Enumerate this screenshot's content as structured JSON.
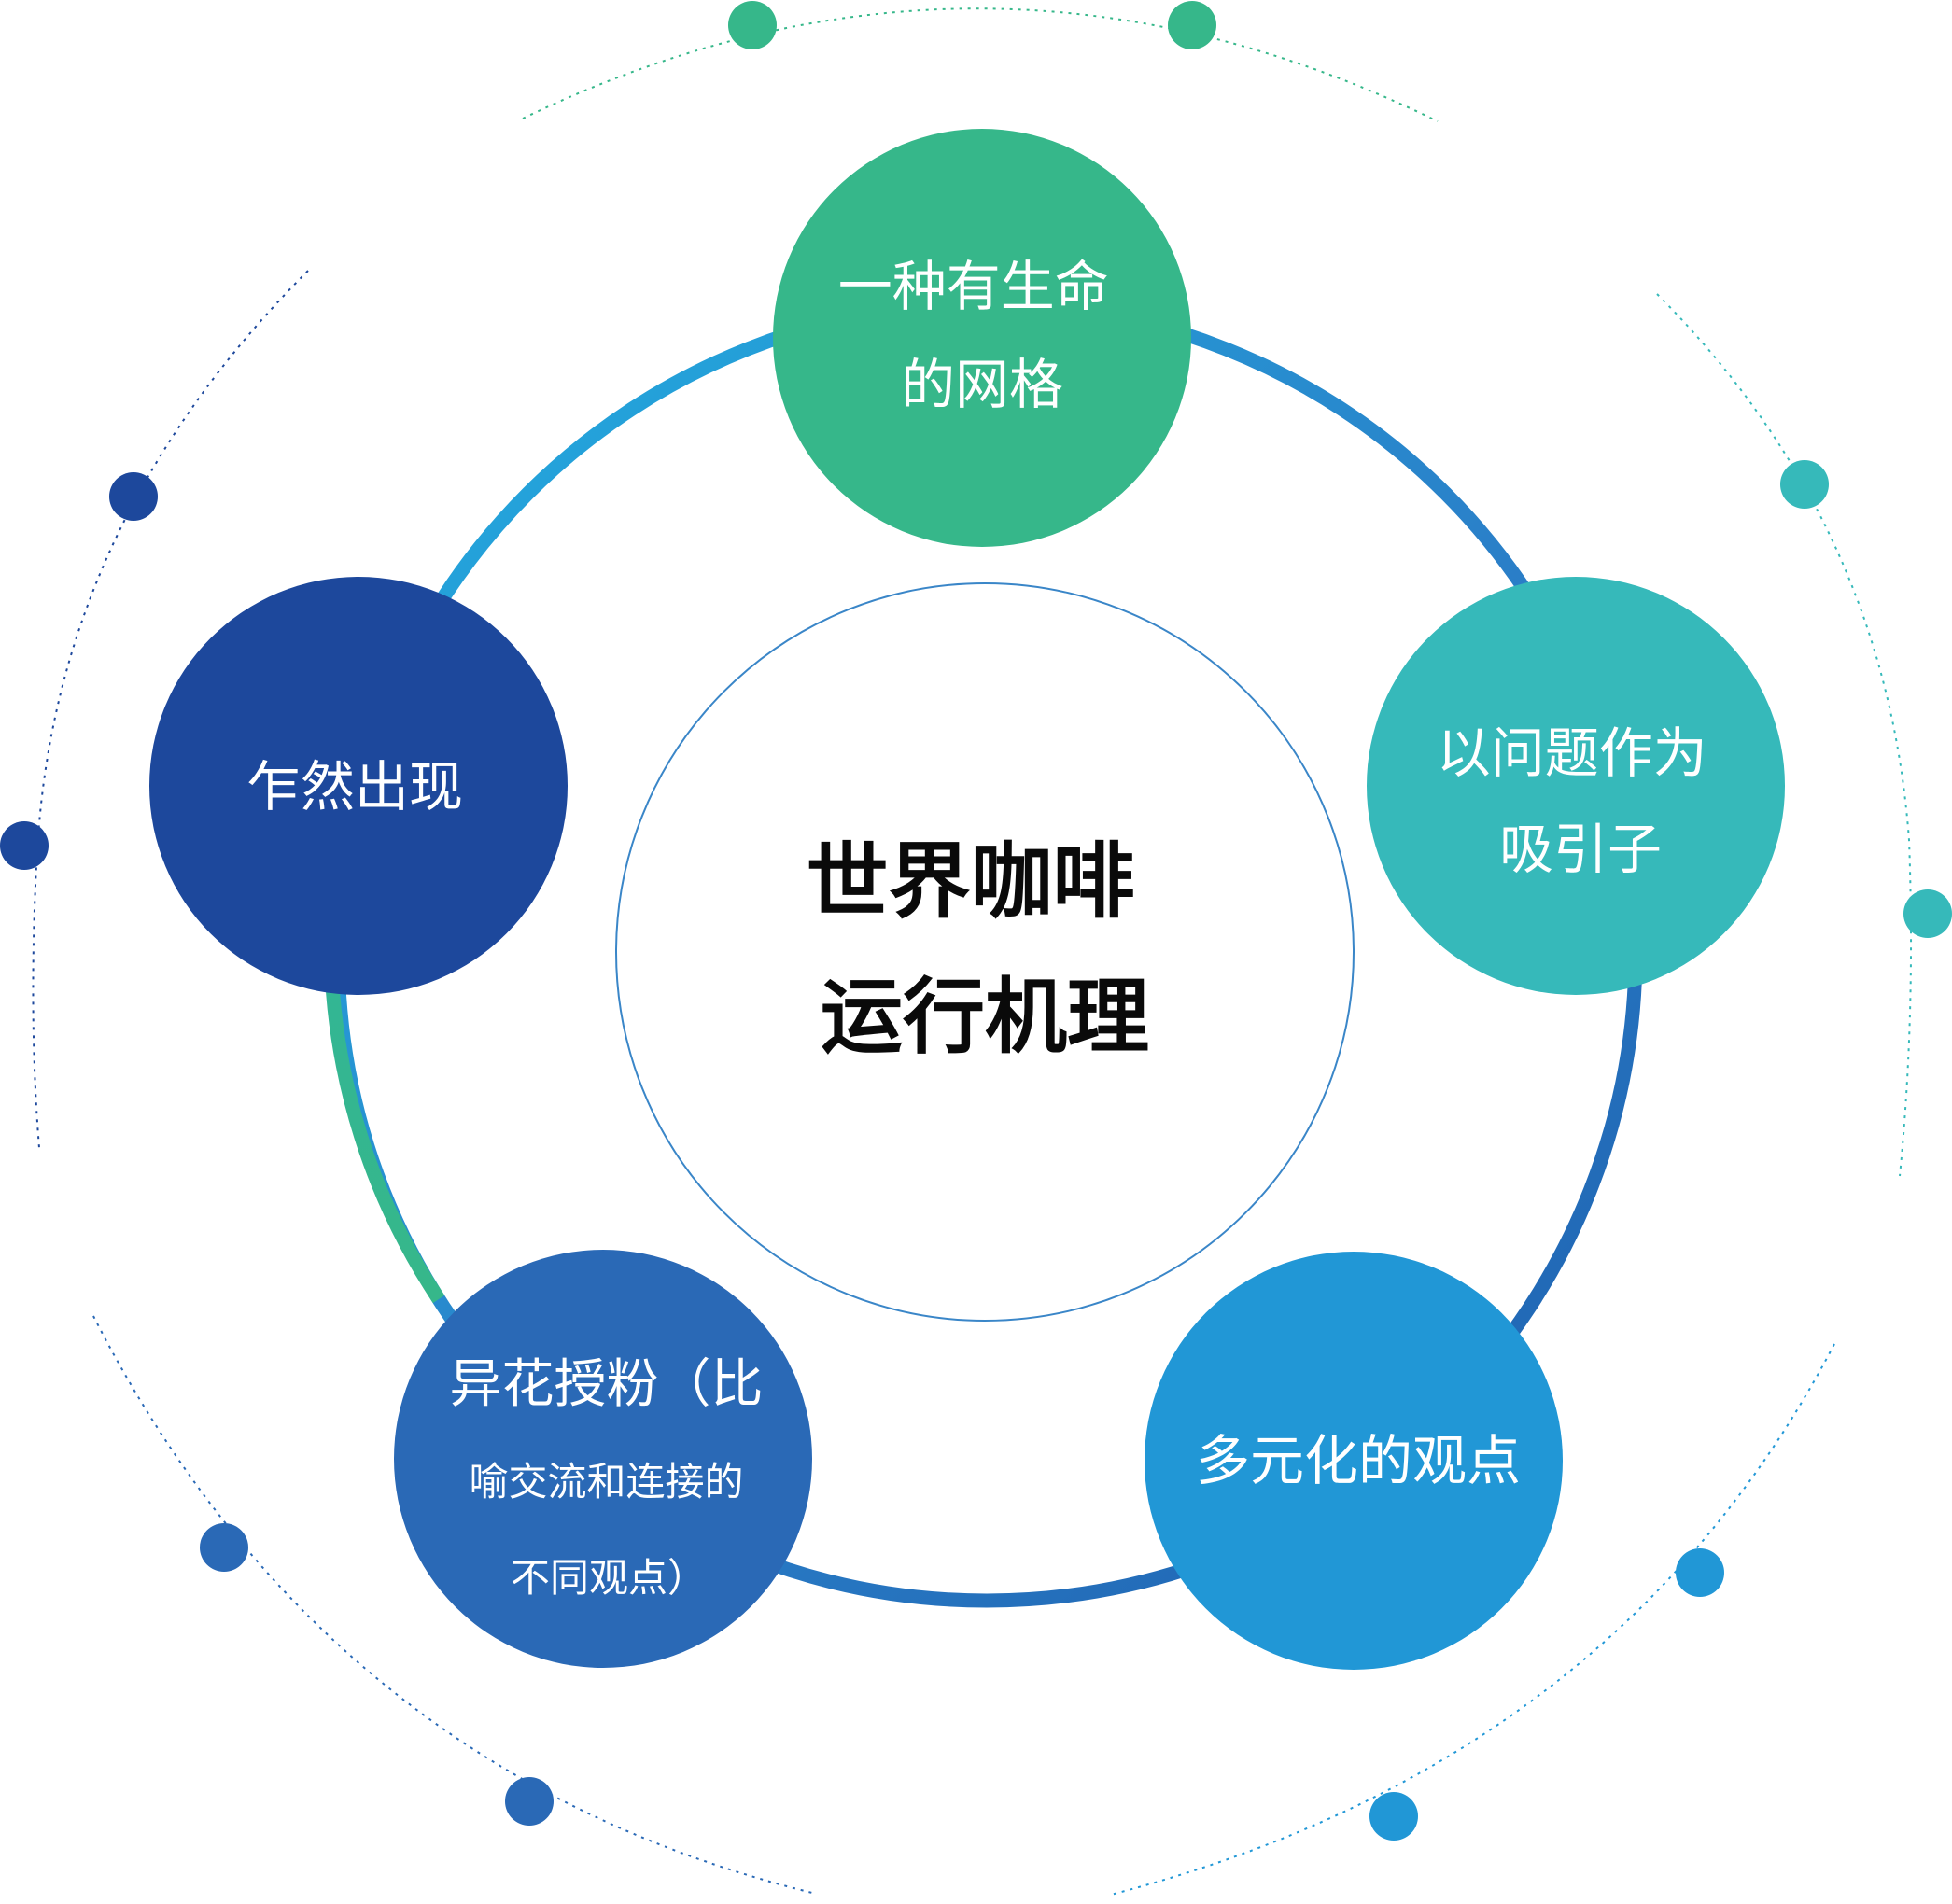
{
  "center": {
    "lines": [
      "世界咖啡",
      "运行机理"
    ]
  },
  "nodes": [
    {
      "id": "top",
      "lines": [
        "一种有生命",
        "的网格"
      ],
      "color": "#36b78a"
    },
    {
      "id": "right",
      "lines": [
        "以问题作为",
        "吸引子"
      ],
      "color": "#36b9ba"
    },
    {
      "id": "bottom-right",
      "lines": [
        "多元化的观点"
      ],
      "color": "#2197d6"
    },
    {
      "id": "bottom-left",
      "lines": [
        "异花授粉（比",
        "喻交流和连接的",
        "不同观点）"
      ],
      "color": "#2a69b6"
    },
    {
      "id": "left",
      "lines": [
        "乍然出现"
      ],
      "color": "#1d489c"
    }
  ],
  "colors": {
    "ring_teal": "#2fb5a0",
    "ring_cyan": "#22aee0",
    "ring_blue": "#1e5fae",
    "inner_circle": "#3a86c8",
    "outer_dots_green": "#36b78a",
    "outer_dots_teal": "#36b9ba",
    "outer_dots_navy": "#1d489c",
    "outer_dots_blue": "#2a69b6",
    "outer_dots_sky": "#2197d6"
  }
}
